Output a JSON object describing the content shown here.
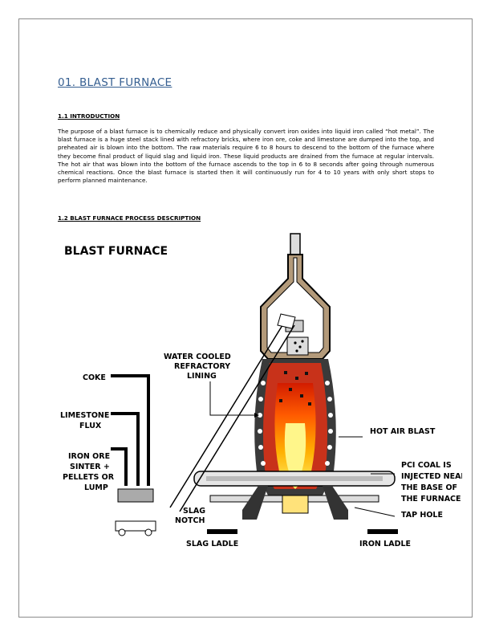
{
  "document": {
    "title": "01. BLAST FURNACE",
    "section1_heading": "1.1 INTRODUCTION",
    "section1_paragraph": "The purpose of a blast furnace is to chemically reduce and physically convert iron oxides into liquid iron called “hot metal”. The blast furnace is a huge steel stack lined with refractory bricks, where iron ore, coke and limestone are dumped into the top, and preheated air is blown into the bottom. The raw materials require 6 to 8 hours to descend to the bottom of the furnace where they become final product of liquid slag and liquid iron. These liquid products are drained from the furnace at regular intervals. The hot air that was blown into the bottom of the furnace ascends to the top in 6 to 8 seconds after going through numerous chemical reactions. Once the blast furnace is started then it will continuously run for 4 to 10 years with only short stops to perform planned maintenance.",
    "section2_heading": "1.2 BLAST FURNACE PROCESS DESCRIPTION"
  },
  "diagram": {
    "title": "BLAST FURNACE",
    "labels": {
      "water_cooled": [
        "WATER COOLED",
        "REFRACTORY",
        "LINING"
      ],
      "coke": [
        "COKE"
      ],
      "limestone": [
        "LIMESTONE",
        "FLUX"
      ],
      "iron_ore": [
        "IRON ORE",
        "SINTER +",
        "PELLETS OR",
        "LUMP"
      ],
      "hot_air": [
        "HOT AIR BLAST"
      ],
      "pci": [
        "PCI COAL IS",
        "INJECTED NEAR",
        "THE BASE OF",
        "THE FURNACE"
      ],
      "tap_hole": [
        "TAP HOLE"
      ],
      "slag_notch": [
        "SLAG",
        "NOTCH"
      ],
      "slag_ladle": [
        "SLAG LADLE"
      ],
      "iron_ladle": [
        "IRON LADLE"
      ]
    }
  }
}
